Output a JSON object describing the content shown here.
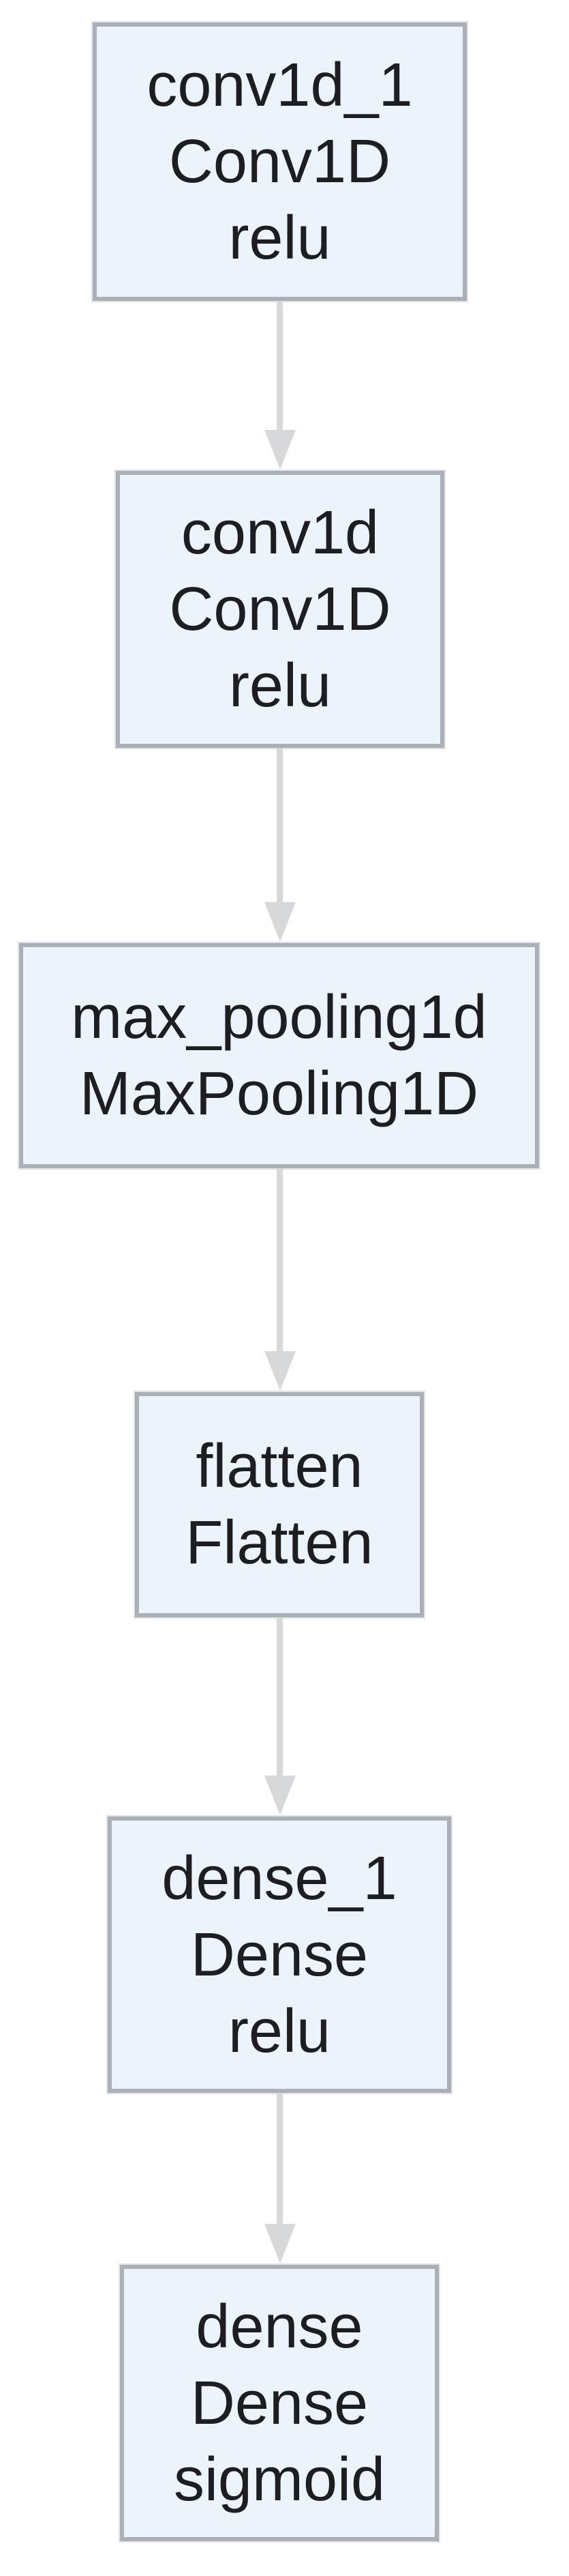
{
  "diagram": {
    "type": "keras-model-graph",
    "nodes": [
      {
        "name": "conv1d_1",
        "layer_type": "Conv1D",
        "activation": "relu",
        "lines": [
          "conv1d_1",
          "Conv1D",
          "relu"
        ]
      },
      {
        "name": "conv1d",
        "layer_type": "Conv1D",
        "activation": "relu",
        "lines": [
          "conv1d",
          "Conv1D",
          "relu"
        ]
      },
      {
        "name": "max_pooling1d",
        "layer_type": "MaxPooling1D",
        "activation": "",
        "lines": [
          "max_pooling1d",
          "MaxPooling1D"
        ]
      },
      {
        "name": "flatten",
        "layer_type": "Flatten",
        "activation": "",
        "lines": [
          "flatten",
          "Flatten"
        ]
      },
      {
        "name": "dense_1",
        "layer_type": "Dense",
        "activation": "relu",
        "lines": [
          "dense_1",
          "Dense",
          "relu"
        ]
      },
      {
        "name": "dense",
        "layer_type": "Dense",
        "activation": "sigmoid",
        "lines": [
          "dense",
          "Dense",
          "sigmoid"
        ]
      }
    ],
    "edges": [
      {
        "from": "conv1d_1",
        "to": "conv1d"
      },
      {
        "from": "conv1d",
        "to": "max_pooling1d"
      },
      {
        "from": "max_pooling1d",
        "to": "flatten"
      },
      {
        "from": "flatten",
        "to": "dense_1"
      },
      {
        "from": "dense_1",
        "to": "dense"
      }
    ],
    "colors": {
      "node_fill": "#edf3fa",
      "node_border": "#aab0b6",
      "arrow": "#d6d8d9",
      "text": "#1c1e21",
      "background": "#ffffff"
    }
  }
}
